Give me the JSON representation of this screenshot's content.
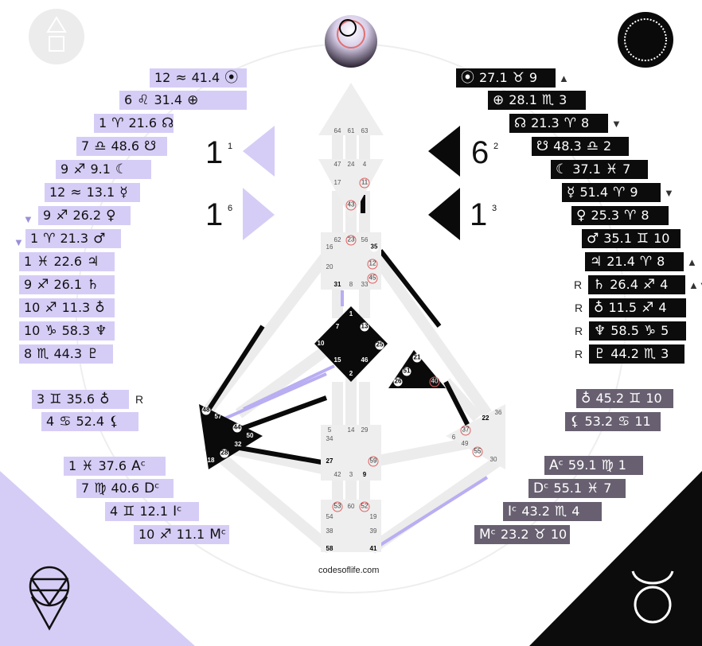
{
  "footer": "codesoflife.com",
  "colors": {
    "lilac": "#d6cdf6",
    "dark": "#0c0c0c",
    "grey": "#686070",
    "center_grey": "#eeeeee"
  },
  "variables": {
    "left_top": {
      "value": "1",
      "sup": "1"
    },
    "left_bottom": {
      "value": "1",
      "sup": "6"
    },
    "right_top": {
      "value": "6",
      "sup": "2"
    },
    "right_bottom": {
      "value": "1",
      "sup": "3"
    }
  },
  "design_planets": [
    {
      "gate": "12",
      "sign": "≈",
      "deg": "41.4",
      "planet": "⦿",
      "icon": "sun-icon"
    },
    {
      "gate": "6",
      "sign": "♌",
      "deg": "31.4",
      "planet": "⊕",
      "icon": "earth-icon"
    },
    {
      "gate": "1",
      "sign": "♈",
      "deg": "21.6",
      "planet": "☊",
      "icon": "north-node-icon"
    },
    {
      "gate": "7",
      "sign": "♎",
      "deg": "48.6",
      "planet": "☋",
      "icon": "south-node-icon"
    },
    {
      "gate": "9",
      "sign": "♐",
      "deg": "9.1",
      "planet": "☾",
      "icon": "moon-icon"
    },
    {
      "gate": "12",
      "sign": "≈",
      "deg": "13.1",
      "planet": "☿",
      "icon": "mercury-icon"
    },
    {
      "gate": "9",
      "sign": "♐",
      "deg": "26.2",
      "planet": "♀",
      "icon": "venus-icon"
    },
    {
      "gate": "1",
      "sign": "♈",
      "deg": "21.3",
      "planet": "♂",
      "icon": "mars-icon"
    },
    {
      "gate": "1",
      "sign": "♓",
      "deg": "22.6",
      "planet": "♃",
      "icon": "jupiter-icon"
    },
    {
      "gate": "9",
      "sign": "♐",
      "deg": "26.1",
      "planet": "♄",
      "icon": "saturn-icon"
    },
    {
      "gate": "10",
      "sign": "♐",
      "deg": "11.3",
      "planet": "♁",
      "icon": "uranus-icon"
    },
    {
      "gate": "10",
      "sign": "♑",
      "deg": "58.3",
      "planet": "♆",
      "icon": "neptune-icon"
    },
    {
      "gate": "8",
      "sign": "♏",
      "deg": "44.3",
      "planet": "♇",
      "icon": "pluto-icon"
    }
  ],
  "personality_planets": [
    {
      "planet": "⦿",
      "deg": "27.1",
      "sign": "♉",
      "gate": "9",
      "icon": "sun-icon",
      "mark": "▲"
    },
    {
      "planet": "⊕",
      "deg": "28.1",
      "sign": "♏",
      "gate": "3",
      "icon": "earth-icon",
      "mark": ""
    },
    {
      "planet": "☊",
      "deg": "21.3",
      "sign": "♈",
      "gate": "8",
      "icon": "north-node-icon",
      "mark": "▼"
    },
    {
      "planet": "☋",
      "deg": "48.3",
      "sign": "♎",
      "gate": "2",
      "icon": "south-node-icon",
      "mark": ""
    },
    {
      "planet": "☾",
      "deg": "37.1",
      "sign": "♓",
      "gate": "7",
      "icon": "moon-icon",
      "mark": ""
    },
    {
      "planet": "☿",
      "deg": "51.4",
      "sign": "♈",
      "gate": "9",
      "icon": "mercury-icon",
      "mark": "▼"
    },
    {
      "planet": "♀",
      "deg": "25.3",
      "sign": "♈",
      "gate": "8",
      "icon": "venus-icon",
      "mark": ""
    },
    {
      "planet": "♂",
      "deg": "35.1",
      "sign": "♊",
      "gate": "10",
      "icon": "mars-icon",
      "mark": ""
    },
    {
      "planet": "♃",
      "deg": "21.4",
      "sign": "♈",
      "gate": "8",
      "icon": "jupiter-icon",
      "mark": "▲"
    },
    {
      "planet": "♄",
      "deg": "26.4",
      "sign": "♐",
      "gate": "4",
      "icon": "saturn-icon",
      "mark": "▲▼",
      "retro": "R"
    },
    {
      "planet": "♁",
      "deg": "11.5",
      "sign": "♐",
      "gate": "4",
      "icon": "uranus-icon",
      "mark": "",
      "retro": "R"
    },
    {
      "planet": "♆",
      "deg": "58.5",
      "sign": "♑",
      "gate": "5",
      "icon": "neptune-icon",
      "mark": "",
      "retro": "R"
    },
    {
      "planet": "♇",
      "deg": "44.2",
      "sign": "♏",
      "gate": "3",
      "icon": "pluto-icon",
      "mark": "",
      "retro": "R"
    }
  ],
  "design_extra": [
    {
      "gate": "3",
      "sign": "♊",
      "deg": "35.6",
      "planet": "♁",
      "icon": "chiron-icon",
      "retro": "R"
    },
    {
      "gate": "4",
      "sign": "♋",
      "deg": "52.4",
      "planet": "⚸",
      "icon": "lilith-icon",
      "retro": ""
    }
  ],
  "personality_extra": [
    {
      "planet": "♁",
      "deg": "45.2",
      "sign": "♊",
      "gate": "10",
      "icon": "chiron-icon"
    },
    {
      "planet": "⚸",
      "deg": "53.2",
      "sign": "♋",
      "gate": "11",
      "icon": "lilith-icon"
    }
  ],
  "design_angles": [
    {
      "gate": "1",
      "sign": "♓",
      "deg": "37.6",
      "planet": "Aᶜ",
      "icon": "ascendant-label"
    },
    {
      "gate": "7",
      "sign": "♍",
      "deg": "40.6",
      "planet": "Dᶜ",
      "icon": "descendant-label"
    },
    {
      "gate": "4",
      "sign": "♊",
      "deg": "12.1",
      "planet": "Iᶜ",
      "icon": "imum-coeli-label"
    },
    {
      "gate": "10",
      "sign": "♐",
      "deg": "11.1",
      "planet": "Mᶜ",
      "icon": "midheaven-label"
    }
  ],
  "personality_angles": [
    {
      "planet": "Aᶜ",
      "deg": "59.1",
      "sign": "♍",
      "gate": "1",
      "icon": "ascendant-label"
    },
    {
      "planet": "Dᶜ",
      "deg": "55.1",
      "sign": "♓",
      "gate": "7",
      "icon": "descendant-label"
    },
    {
      "planet": "Iᶜ",
      "deg": "43.2",
      "sign": "♏",
      "gate": "4",
      "icon": "imum-coeli-label"
    },
    {
      "planet": "Mᶜ",
      "deg": "23.2",
      "sign": "♉",
      "gate": "10",
      "icon": "midheaven-label"
    }
  ],
  "gates": {
    "head": [
      "64",
      "61",
      "63"
    ],
    "ajna": [
      "47",
      "24",
      "4",
      "17",
      "11",
      "43"
    ],
    "throat": [
      "62",
      "23",
      "56",
      "16",
      "35",
      "20",
      "12",
      "45",
      "31",
      "8",
      "33"
    ],
    "g": [
      "1",
      "13",
      "7",
      "10",
      "25",
      "15",
      "46",
      "2"
    ],
    "ego": [
      "21",
      "51",
      "26",
      "40"
    ],
    "spleen": [
      "48",
      "57",
      "44",
      "50",
      "32",
      "28",
      "18"
    ],
    "esp": [
      "36",
      "22",
      "37",
      "6",
      "49",
      "55",
      "30"
    ],
    "sacral": [
      "5",
      "14",
      "29",
      "34",
      "27",
      "59",
      "42",
      "3",
      "9"
    ],
    "root": [
      "53",
      "60",
      "52",
      "54",
      "19",
      "38",
      "39",
      "58",
      "41"
    ]
  }
}
